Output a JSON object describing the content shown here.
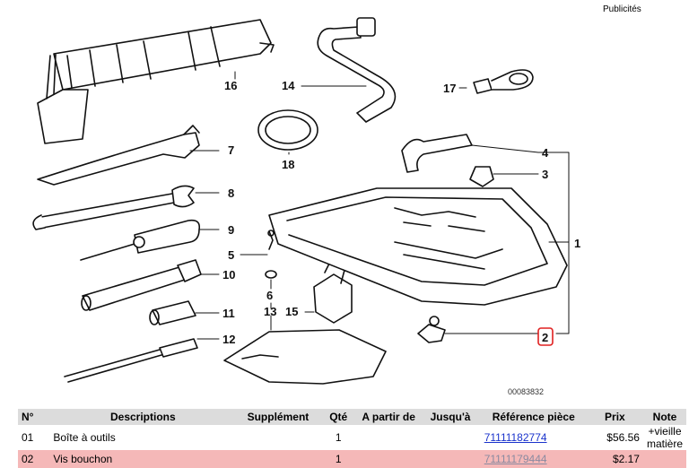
{
  "header": {
    "ads_label": "Publicités"
  },
  "diagram": {
    "callouts": [
      "1",
      "2",
      "3",
      "4",
      "5",
      "6",
      "7",
      "8",
      "9",
      "10",
      "11",
      "12",
      "13",
      "14",
      "15",
      "16",
      "17",
      "18"
    ],
    "drawing_code": "00083832"
  },
  "table": {
    "headers": [
      "N°",
      "Descriptions",
      "Supplément",
      "Qté",
      "A partir de",
      "Jusqu'à",
      "Référence pièce",
      "Prix",
      "Note"
    ],
    "rows": [
      {
        "num": "01",
        "description": "Boîte à outils",
        "supplement": "",
        "qty": "1",
        "from": "",
        "to": "",
        "reference": "71111182774",
        "price": "$56.56",
        "note": "+vieille matière"
      },
      {
        "num": "02",
        "description": "Vis bouchon",
        "supplement": "",
        "qty": "1",
        "from": "",
        "to": "",
        "reference": "71111179444",
        "price": "$2.17",
        "note": ""
      }
    ]
  },
  "colors": {
    "highlight_row": "#f5b8b8",
    "selected_callout_border": "#e02020",
    "link": "#1a33cc"
  }
}
